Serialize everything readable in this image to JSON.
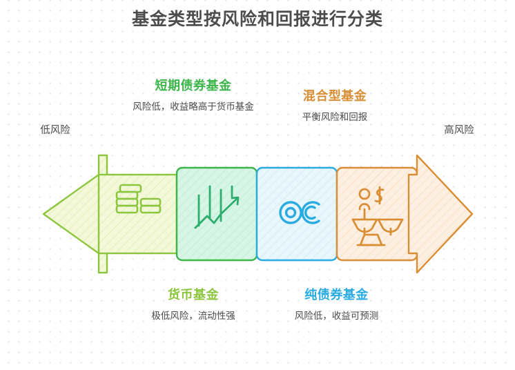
{
  "title": "基金类型按风险和回报进行分类",
  "scale": {
    "left_label": "低风险",
    "right_label": "高风险"
  },
  "colors": {
    "title": "#4d4d4d",
    "money_fund": "#8cc63f",
    "short_bond_fund": "#3cb54a",
    "pure_bond_fund": "#29abe2",
    "hybrid_fund": "#d98e35",
    "background": "#ffffff",
    "dot_grid": "#e0e0e4"
  },
  "segments": [
    {
      "id": "money-fund",
      "title": "货币基金",
      "desc": "极低风险，流动性强",
      "icon": "coins-stack-icon",
      "fill": "#f3f8d8",
      "stroke": "#8cc63f",
      "label_position": "bottom"
    },
    {
      "id": "short-bond-fund",
      "title": "短期债券基金",
      "desc": "风险低，收益略高于货币基金",
      "icon": "growth-chart-icon",
      "fill": "#d6f5e4",
      "stroke": "#3cb54a",
      "label_position": "top"
    },
    {
      "id": "pure-bond-fund",
      "title": "纯债券基金",
      "desc": "风险低，收益可预测",
      "icon": "coins-circles-icon",
      "fill": "#e9f6fc",
      "stroke": "#29abe2",
      "label_position": "bottom"
    },
    {
      "id": "hybrid-fund",
      "title": "混合型基金",
      "desc": "平衡风险和回报",
      "icon": "balance-scale-icon",
      "fill": "#fdf0e2",
      "stroke": "#d98e35",
      "label_position": "top"
    }
  ]
}
